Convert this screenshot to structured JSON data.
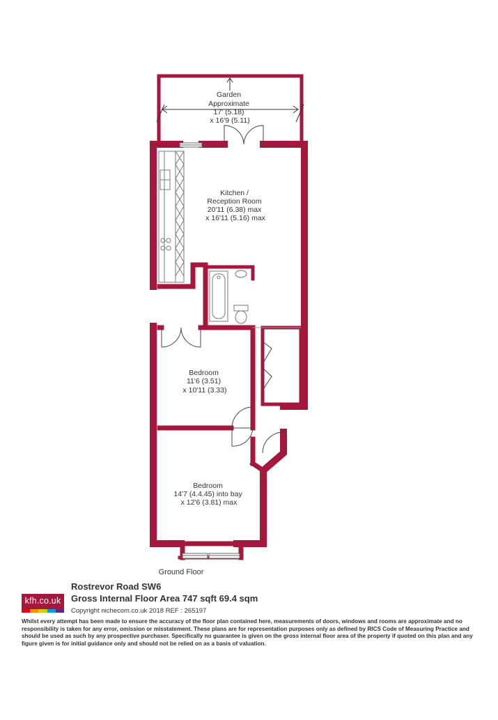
{
  "colors": {
    "wall": "#a3183c",
    "fixture": "#777777",
    "text": "#333333"
  },
  "rooms": {
    "garden": [
      "Garden",
      "Approximate",
      "17' (5.18)",
      "x 16'9 (5.11)"
    ],
    "kitchen": [
      "Kitchen /",
      "Reception Room",
      "20'11 (6.38) max",
      "x 16'11 (5.16) max"
    ],
    "bedroom1": [
      "Bedroom",
      "11'6 (3.51)",
      "x 10'11 (3.33)"
    ],
    "bedroom2": [
      "Bedroom",
      "14'7 (4.4.45) into bay",
      "x 12'6 (3.81) max"
    ]
  },
  "floor_label": "Ground Floor",
  "footer": {
    "address": "Rostrevor Road  SW6",
    "area": "Gross Internal Floor Area 747 sqft 69.4 sqm",
    "copyright": "Copyright nichecom.co.uk 2018 REF : 265197",
    "logo_text": "kfh.co.uk",
    "logo_bar_colors": [
      "#e2001a",
      "#f39200",
      "#c8d400",
      "#009fe3",
      "#662483"
    ],
    "disclaimer": "Whilst every attempt has been made to ensure the accuracy of the floor plan contained here, measurements of doors, windows and rooms are approximate and no responsibility is taken for any error, omission or misstatement. These plans are for representation purposes only as defined by RICS Code of Measuring Practice and should be used as such by any prospective purchaser. Specifically no guarantee is given on the gross internal floor area of the property if quoted on this plan and any figure given is for initial guidance only and should not be relied on as a basis of valuation."
  }
}
